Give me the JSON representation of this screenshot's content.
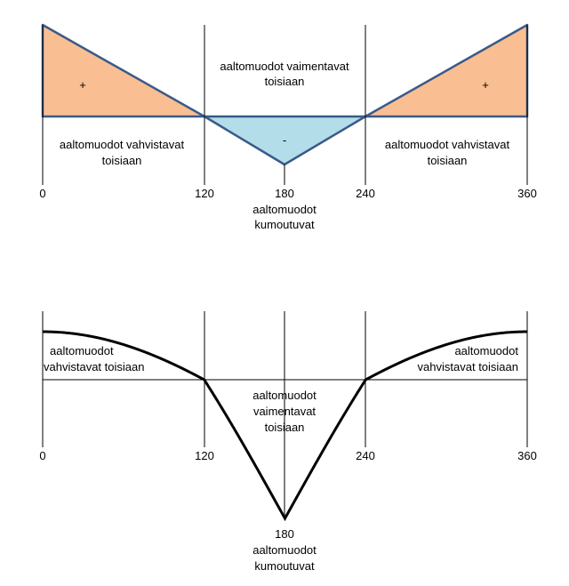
{
  "colors": {
    "positive_fill": "#f9be92",
    "negative_fill": "#b2dde9",
    "outline": "#3a5a88"
  },
  "top": {
    "ticks": [
      "0",
      "120",
      "180",
      "240",
      "360"
    ],
    "plus_left": "+",
    "plus_right": "+",
    "minus": "-",
    "middle_label": [
      "aaltomuodot vaimentavat",
      "toisiaan"
    ],
    "left_label": [
      "aaltomuodot vahvistavat",
      "toisiaan"
    ],
    "right_label": [
      "aaltomuodot vahvistavat",
      "toisiaan"
    ],
    "bottom_label": [
      "aaltomuodot",
      "kumoutuvat"
    ]
  },
  "bottom": {
    "ticks": [
      "0",
      "120",
      "240",
      "360",
      "180"
    ],
    "left_label": [
      "aaltomuodot",
      "vahvistavat toisiaan"
    ],
    "right_label": [
      "aaltomuodot",
      "vahvistavat toisiaan"
    ],
    "middle_label": [
      "aaltomuodot",
      "vaimentavat",
      "toisiaan"
    ],
    "bottom_label": [
      "aaltomuodot",
      "kumoutuvat"
    ]
  }
}
